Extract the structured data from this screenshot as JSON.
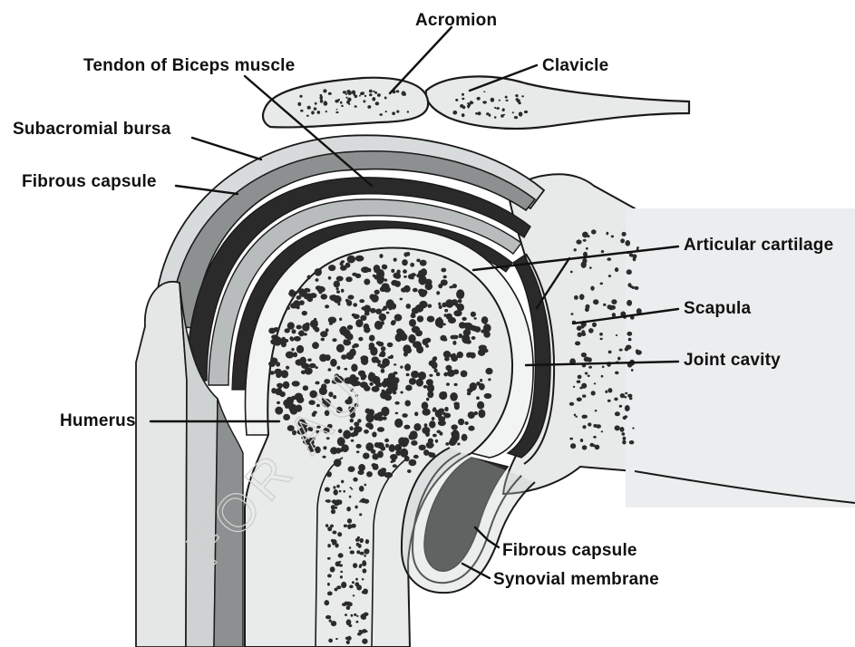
{
  "labels": {
    "acromion": "Acromion",
    "clavicle": "Clavicle",
    "tendon_biceps": "Tendon of Biceps muscle",
    "subacromial_bursa": "Subacromial bursa",
    "fibrous_capsule_top": "Fibrous capsule",
    "articular_cartilage": "Articular cartilage",
    "scapula": "Scapula",
    "joint_cavity": "Joint cavity",
    "humerus": "Humerus",
    "fibrous_capsule_bottom": "Fibrous capsule",
    "synovial_membrane": "Synovial membrane"
  },
  "watermark": "FOR AU",
  "colors": {
    "outline": "#1a1a1a",
    "bone_fill": "#e9ebeb",
    "capsule_dark": "#2a2a2a",
    "capsule_gray": "#8f9292",
    "light_gray": "#cfd2d2",
    "spongy_dot": "#2b2b2b"
  }
}
